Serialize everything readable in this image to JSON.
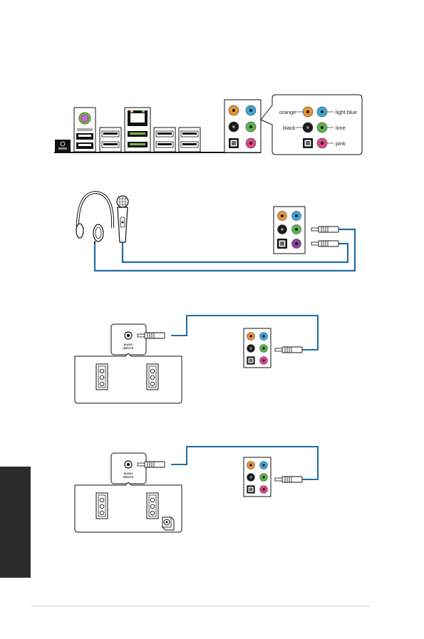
{
  "legend": {
    "orange": "orange",
    "light_blue": "light blue",
    "black": "black",
    "lime": "lime",
    "pink": "pink"
  },
  "speaker_box": {
    "line1": "AUDIO",
    "line2": "INPUTS"
  },
  "colors": {
    "orange": "#e8962f",
    "light_blue": "#3aa8dc",
    "black": "#1a1a1a",
    "lime": "#5db54a",
    "pink": "#e0458c",
    "purple": "#8a3fa0",
    "cable": "#1f6da3",
    "side_tab": "#2b2b2b"
  },
  "icons": [
    "ps2-port-icon",
    "usb-port-icon",
    "lan-port-icon",
    "audio-jack-icon",
    "optical-out-icon",
    "headphone-icon",
    "microphone-icon",
    "speaker-icon",
    "subwoofer-icon",
    "audio-plug-icon"
  ]
}
